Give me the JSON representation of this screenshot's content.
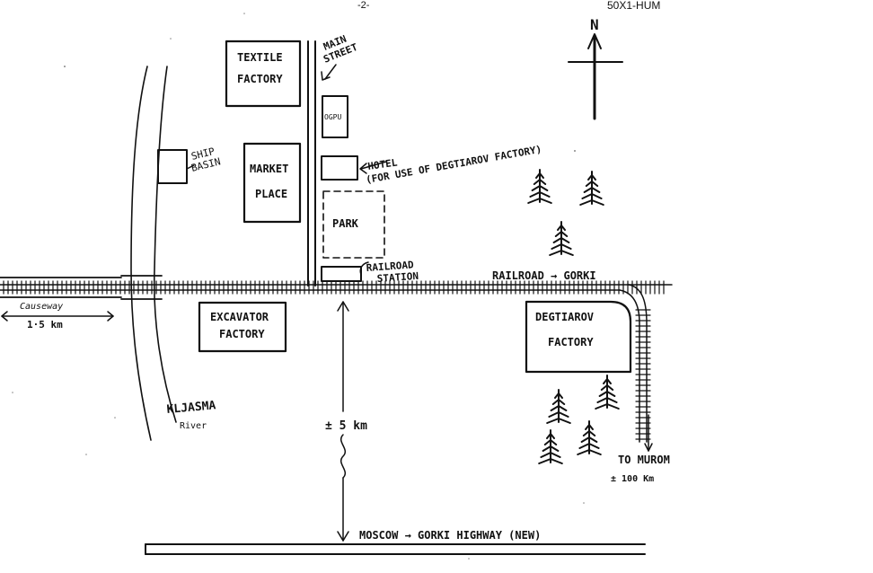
{
  "header": {
    "page_number": "-2-",
    "stamp": "50X1-HUM"
  },
  "compass": {
    "north": "N"
  },
  "labels": {
    "main_street_1": "MAIN",
    "main_street_2": "STREET",
    "textile_factory_1": "TEXTILE",
    "textile_factory_2": "FACTORY",
    "ogpu": "OGPU",
    "ship_basin_1": "SHIP",
    "ship_basin_2": "BASIN",
    "market_place_1": "MARKET",
    "market_place_2": "PLACE",
    "hotel_1": "HOTEL",
    "hotel_2": "(FOR USE OF DEGTIAROV FACTORY)",
    "park": "PARK",
    "railroad_station_1": "RAILROAD",
    "railroad_station_2": "STATION",
    "railroad_gorki": "RAILROAD → GORKI",
    "causeway": "Causeway",
    "causeway_distance": "1·5 km",
    "excavator_factory_1": "EXCAVATOR",
    "excavator_factory_2": "FACTORY",
    "degtiarov_factory_1": "DEGTIAROV",
    "degtiarov_factory_2": "FACTORY",
    "river_1": "KLJASMA",
    "river_2": "River",
    "distance": "± 5 km",
    "to_murom": "TO MUROM",
    "murom_distance": "± 100 Km",
    "highway": "MOSCOW → GORKI  HIGHWAY  (NEW)"
  }
}
